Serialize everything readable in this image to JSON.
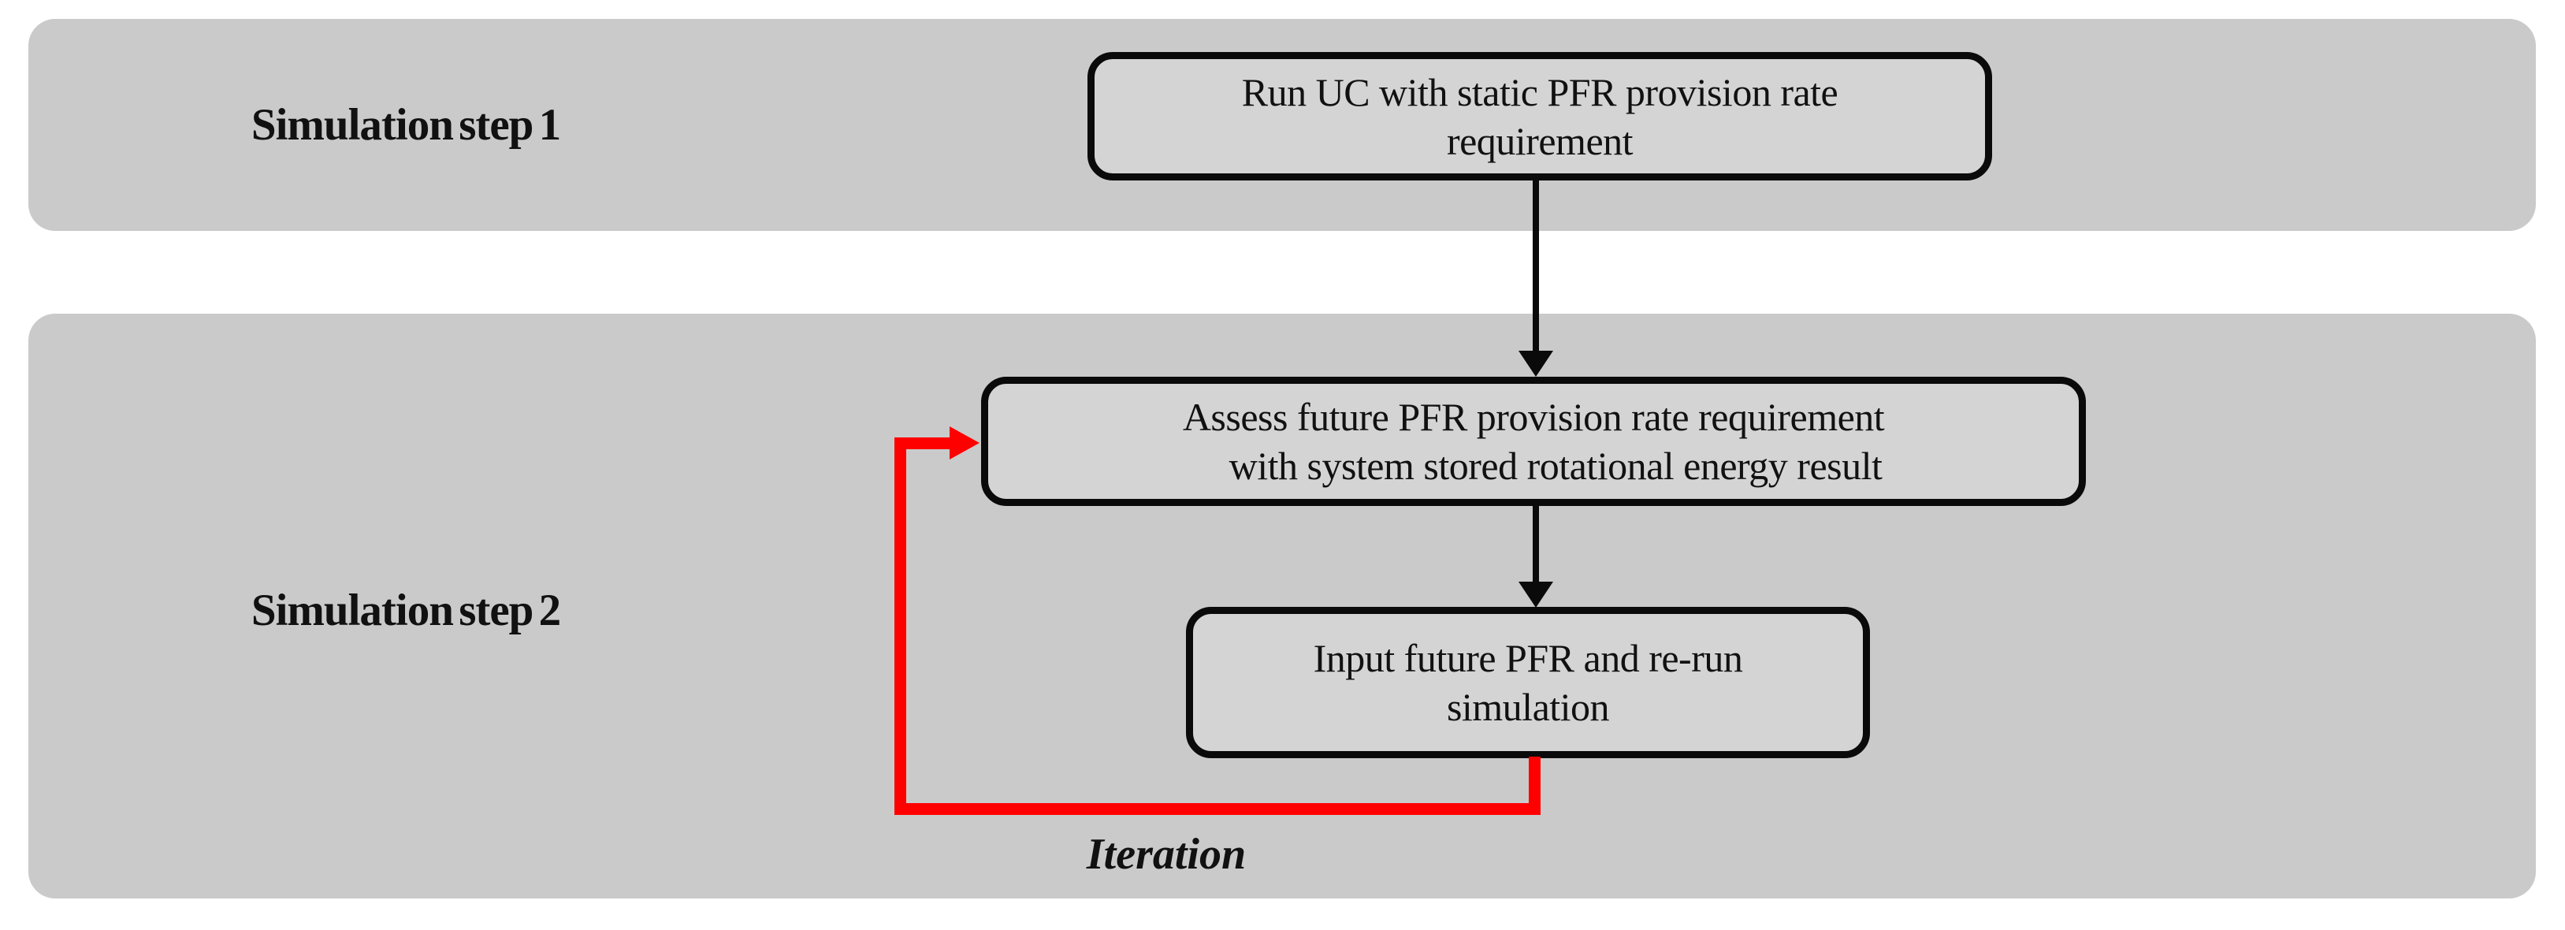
{
  "figure": {
    "type": "flowchart",
    "colors": {
      "band_fill": "#cacaca",
      "node_fill": "#d4d4d4",
      "node_border": "#0a0a0a",
      "arrow_color": "#0a0a0a",
      "loop_color": "#ff0000",
      "text_color": "#111111",
      "page_bg": "#ffffff"
    }
  },
  "lanes": [
    {
      "label": "Simulation step 1"
    },
    {
      "label": "Simulation step 2"
    }
  ],
  "nodes": [
    {
      "id": "run-uc",
      "lines": [
        "Run UC with static PFR provision rate",
        "requirement"
      ]
    },
    {
      "id": "assess-pfr",
      "lines": [
        "Assess future PFR provision rate requirement",
        "with system stored rotational energy result"
      ]
    },
    {
      "id": "rerun-sim",
      "lines": [
        "Input future PFR and re-run",
        "simulation"
      ]
    }
  ],
  "edges": [
    {
      "from": "run-uc",
      "to": "assess-pfr",
      "style": "black-arrow"
    },
    {
      "from": "assess-pfr",
      "to": "rerun-sim",
      "style": "black-arrow"
    },
    {
      "from": "rerun-sim",
      "to": "assess-pfr",
      "style": "red-loop",
      "label": "Iteration"
    }
  ],
  "loop_label": "Iteration"
}
